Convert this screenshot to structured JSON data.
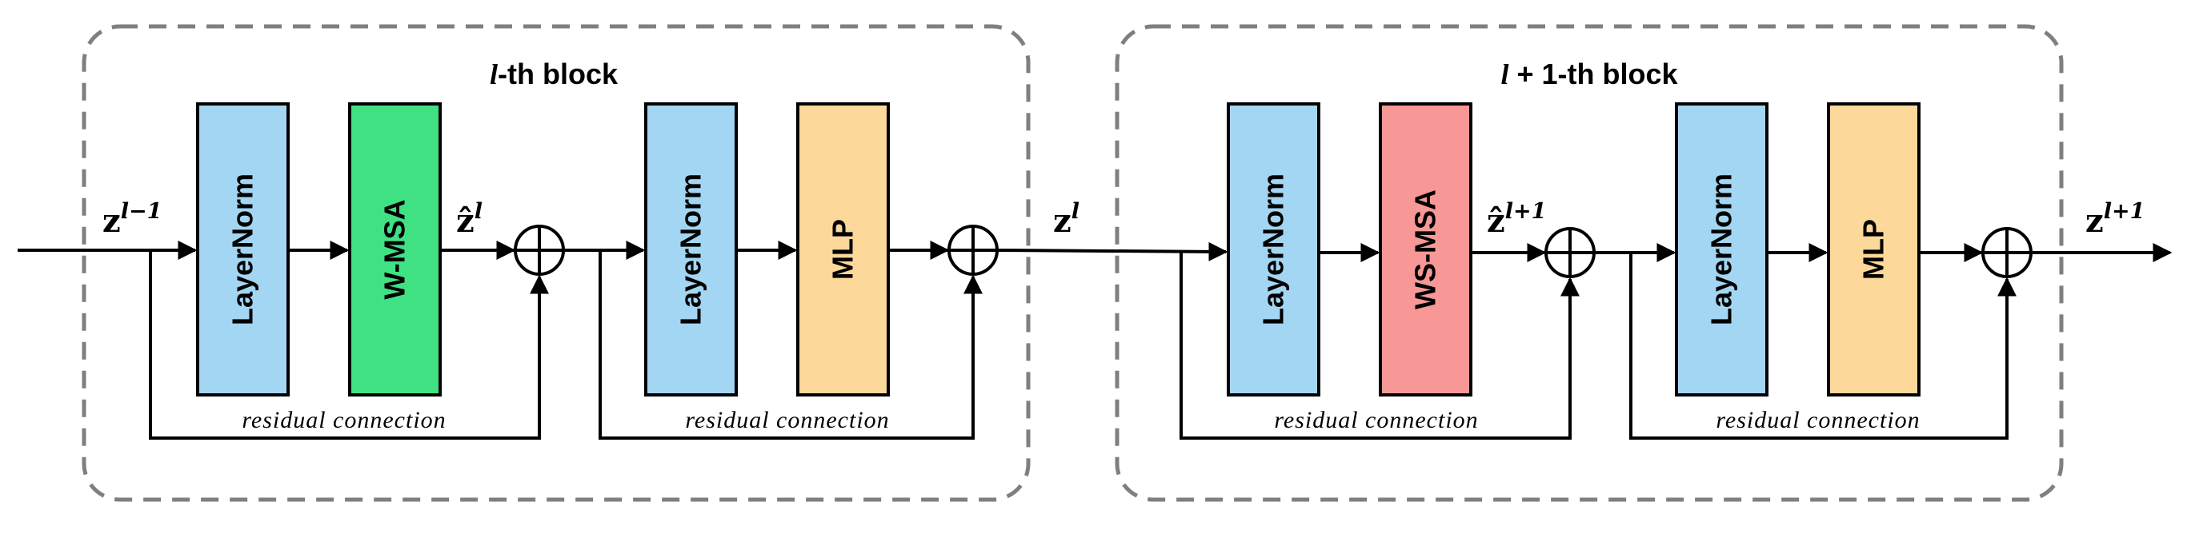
{
  "blocks": [
    {
      "title_var": "l",
      "title_rest": "-th block",
      "input_base": "z",
      "input_sup": "l−1",
      "mid_base": "ẑ",
      "mid_sup": "l",
      "output_base": "z",
      "output_sup": "l",
      "boxes": [
        {
          "label": "LayerNorm",
          "color": "#a3d6f2"
        },
        {
          "label": "W-MSA",
          "color": "#3fe183"
        },
        {
          "label": "LayerNorm",
          "color": "#a3d6f2"
        },
        {
          "label": "MLP",
          "color": "#fdd89b"
        }
      ],
      "residuals": [
        "residual connection",
        "residual connection"
      ]
    },
    {
      "title_var": "l",
      "title_rest": " + 1-th block",
      "mid_base": "ẑ",
      "mid_sup": "l+1",
      "output_base": "z",
      "output_sup": "l+1",
      "boxes": [
        {
          "label": "LayerNorm",
          "color": "#a3d6f2"
        },
        {
          "label": "WS-MSA",
          "color": "#f89896"
        },
        {
          "label": "LayerNorm",
          "color": "#a3d6f2"
        },
        {
          "label": "MLP",
          "color": "#fdd89b"
        }
      ],
      "residuals": [
        "residual connection",
        "residual connection"
      ]
    }
  ]
}
